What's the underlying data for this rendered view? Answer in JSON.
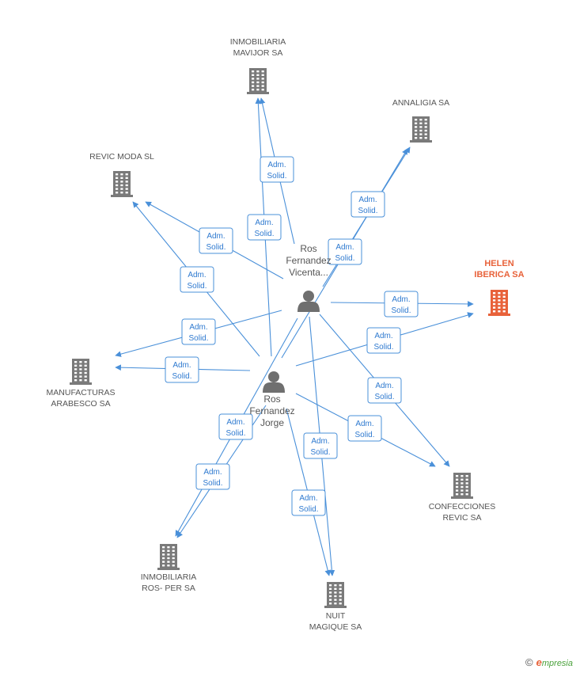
{
  "colors": {
    "edge": "#4a90d9",
    "node": "#7a7a7a",
    "highlight": "#e8623a"
  },
  "persons": [
    {
      "id": "p1",
      "lines": [
        "Ros",
        "Fernandez",
        "Vicenta..."
      ],
      "icon": "person-icon"
    },
    {
      "id": "p2",
      "lines": [
        "Ros",
        "Fernandez",
        "Jorge"
      ],
      "icon": "person-icon"
    }
  ],
  "companies": [
    {
      "id": "mavijor",
      "lines": [
        "INMOBILIARIA",
        "MAVIJOR SA"
      ],
      "highlight": false
    },
    {
      "id": "annaligia",
      "lines": [
        "ANNALIGIA SA"
      ],
      "highlight": false
    },
    {
      "id": "revic_moda",
      "lines": [
        "REVIC MODA SL"
      ],
      "highlight": false
    },
    {
      "id": "helen",
      "lines": [
        "HELEN",
        "IBERICA SA"
      ],
      "highlight": true
    },
    {
      "id": "manufacturas",
      "lines": [
        "MANUFACTURAS",
        "ARABESCO SA"
      ],
      "highlight": false
    },
    {
      "id": "confecciones",
      "lines": [
        "CONFECCIONES",
        "REVIC SA"
      ],
      "highlight": false
    },
    {
      "id": "rosper",
      "lines": [
        "INMOBILIARIA",
        "ROS- PER SA"
      ],
      "highlight": false
    },
    {
      "id": "nuit",
      "lines": [
        "NUIT",
        "MAGIQUE SA"
      ],
      "highlight": false
    }
  ],
  "edges": [
    {
      "from": "p1",
      "to": "mavijor",
      "lines": [
        "Adm.",
        "Solid."
      ]
    },
    {
      "from": "p2",
      "to": "mavijor",
      "lines": [
        "Adm.",
        "Solid."
      ]
    },
    {
      "from": "p1",
      "to": "annaligia",
      "lines": [
        "Adm.",
        "Solid."
      ]
    },
    {
      "from": "p2",
      "to": "annaligia",
      "lines": [
        "Adm.",
        "Solid."
      ]
    },
    {
      "from": "p1",
      "to": "revic_moda",
      "lines": [
        "Adm.",
        "Solid."
      ]
    },
    {
      "from": "p2",
      "to": "revic_moda",
      "lines": [
        "Adm.",
        "Solid."
      ]
    },
    {
      "from": "p1",
      "to": "helen",
      "lines": [
        "Adm.",
        "Solid."
      ]
    },
    {
      "from": "p2",
      "to": "helen",
      "lines": [
        "Adm.",
        "Solid."
      ]
    },
    {
      "from": "p1",
      "to": "manufacturas",
      "lines": [
        "Adm.",
        "Solid."
      ]
    },
    {
      "from": "p2",
      "to": "manufacturas",
      "lines": [
        "Adm.",
        "Solid."
      ]
    },
    {
      "from": "p1",
      "to": "confecciones",
      "lines": [
        "Adm.",
        "Solid."
      ]
    },
    {
      "from": "p2",
      "to": "confecciones",
      "lines": [
        "Adm.",
        "Solid."
      ]
    },
    {
      "from": "p1",
      "to": "rosper",
      "lines": [
        "Adm.",
        "Solid."
      ]
    },
    {
      "from": "p2",
      "to": "rosper",
      "lines": [
        "Adm.",
        "Solid."
      ]
    },
    {
      "from": "p1",
      "to": "nuit",
      "lines": [
        "Adm.",
        "Solid."
      ]
    },
    {
      "from": "p2",
      "to": "nuit",
      "lines": [
        "Adm.",
        "Solid."
      ]
    }
  ],
  "footer": {
    "copyright": "©",
    "brand_initial": "e",
    "brand_rest": "mpresia"
  }
}
